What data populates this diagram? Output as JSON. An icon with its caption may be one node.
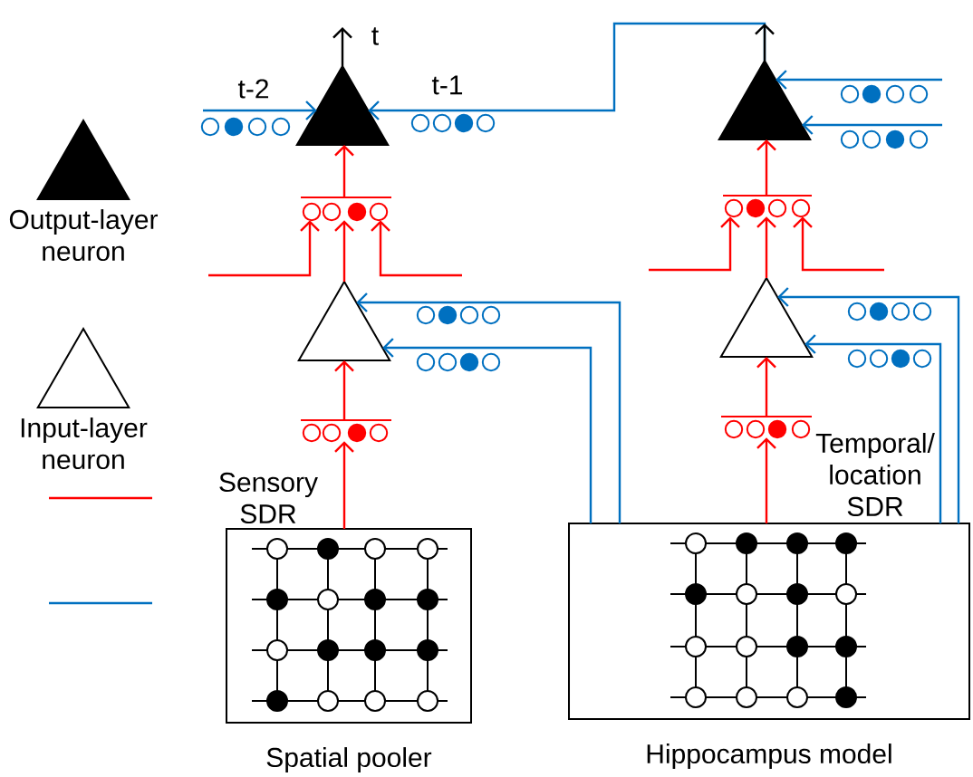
{
  "diagram": {
    "nodes": [
      {
        "text": [
          "Output-layer neuron"
        ]
      },
      {
        "text": [
          "Input-layer neuron"
        ]
      },
      {
        "text": [],
        "shape": "triangle"
      },
      {
        "text": [],
        "shape": "triangle"
      },
      {
        "text": [],
        "shape": "triangle"
      },
      {
        "text": [],
        "shape": "triangle"
      },
      {
        "text": [
          "Spatial pooler"
        ]
      },
      {
        "text": [
          "Hippocampus model"
        ]
      },
      {
        "text": [],
        "shape": "bar"
      },
      {
        "text": [],
        "shape": "bar"
      },
      {
        "text": [],
        "shape": "bar"
      },
      {
        "text": [],
        "shape": "bar"
      }
    ],
    "edges": [
      {
        "from": 2,
        "to": null,
        "arrow": "to",
        "label": "t",
        "color": "#000000"
      },
      {
        "from": 3,
        "to": 2,
        "arrow": "to",
        "label": "t-1",
        "color": "#0070c0"
      },
      {
        "from": null,
        "to": 2,
        "arrow": "to",
        "label": "t-2",
        "color": "#0070c0"
      },
      {
        "from": null,
        "to": 8,
        "arrow": "to",
        "color": "#ff0000"
      },
      {
        "from": null,
        "to": 8,
        "arrow": "to",
        "color": "#ff0000"
      },
      {
        "from": 4,
        "to": 8,
        "arrow": "to",
        "color": "#ff0000"
      },
      {
        "from": 8,
        "to": 2,
        "arrow": "to",
        "color": "#ff0000"
      },
      {
        "from": 7,
        "to": 4,
        "arrow": "to",
        "color": "#0070c0"
      },
      {
        "from": 7,
        "to": 4,
        "arrow": "to",
        "color": "#0070c0"
      },
      {
        "from": 6,
        "to": 9,
        "arrow": "to",
        "color": "#ff0000"
      },
      {
        "from": 9,
        "to": 4,
        "arrow": "to",
        "color": "#ff0000"
      },
      {
        "from": 3,
        "to": null,
        "arrow": "to",
        "color": "#000000"
      },
      {
        "from": null,
        "to": 3,
        "arrow": "to",
        "color": "#0070c0"
      },
      {
        "from": null,
        "to": 3,
        "arrow": "to",
        "color": "#0070c0"
      },
      {
        "from": null,
        "to": 10,
        "arrow": "to",
        "color": "#ff0000"
      },
      {
        "from": null,
        "to": 10,
        "arrow": "to",
        "color": "#ff0000"
      },
      {
        "from": 5,
        "to": 10,
        "arrow": "to",
        "color": "#ff0000"
      },
      {
        "from": 10,
        "to": 3,
        "arrow": "to",
        "color": "#ff0000"
      },
      {
        "from": 7,
        "to": 5,
        "arrow": "to",
        "color": "#0070c0"
      },
      {
        "from": 7,
        "to": 5,
        "arrow": "to",
        "color": "#0070c0"
      },
      {
        "from": 7,
        "to": 11,
        "arrow": "to",
        "color": "#ff0000"
      },
      {
        "from": 11,
        "to": 5,
        "arrow": "to",
        "color": "#ff0000"
      }
    ],
    "labels": [
      "Sensory SDR",
      "Temporal/ location SDR"
    ]
  }
}
